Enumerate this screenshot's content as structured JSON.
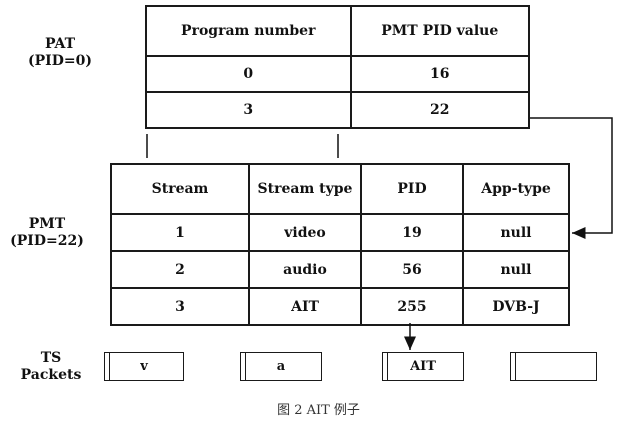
{
  "pat": {
    "label_line1": "PAT",
    "label_line2": "(PID=0)",
    "headers": [
      "Program number",
      "PMT PID value"
    ],
    "rows": [
      [
        "0",
        "16"
      ],
      [
        "3",
        "22"
      ]
    ]
  },
  "pmt": {
    "label_line1": "PMT",
    "label_line2": "(PID=22)",
    "headers": [
      "Stream",
      "Stream type",
      "PID",
      "App-type"
    ],
    "rows": [
      [
        "1",
        "video",
        "19",
        "null"
      ],
      [
        "2",
        "audio",
        "56",
        "null"
      ],
      [
        "3",
        "AIT",
        "255",
        "DVB-J"
      ]
    ]
  },
  "ts": {
    "label_line1": "TS",
    "label_line2": "Packets",
    "packets": [
      "v",
      "a",
      "AIT",
      ""
    ]
  },
  "caption": "图 2 AIT 例子"
}
